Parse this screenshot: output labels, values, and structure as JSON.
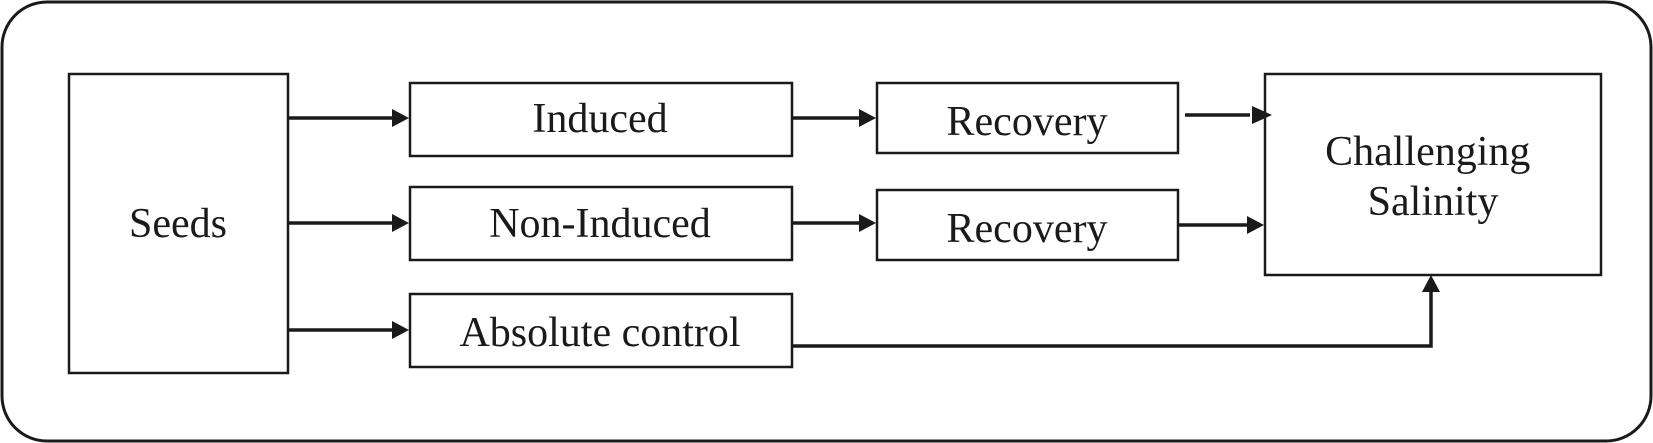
{
  "nodes": {
    "seeds": "Seeds",
    "induced": "Induced",
    "non_induced": "Non-Induced",
    "absolute_control": "Absolute control",
    "recovery_1": "Recovery",
    "recovery_2": "Recovery",
    "challenging_line1": "Challenging",
    "challenging_line2": "Salinity"
  },
  "colors": {
    "stroke": "#1a1a1a",
    "background": "#ffffff"
  }
}
